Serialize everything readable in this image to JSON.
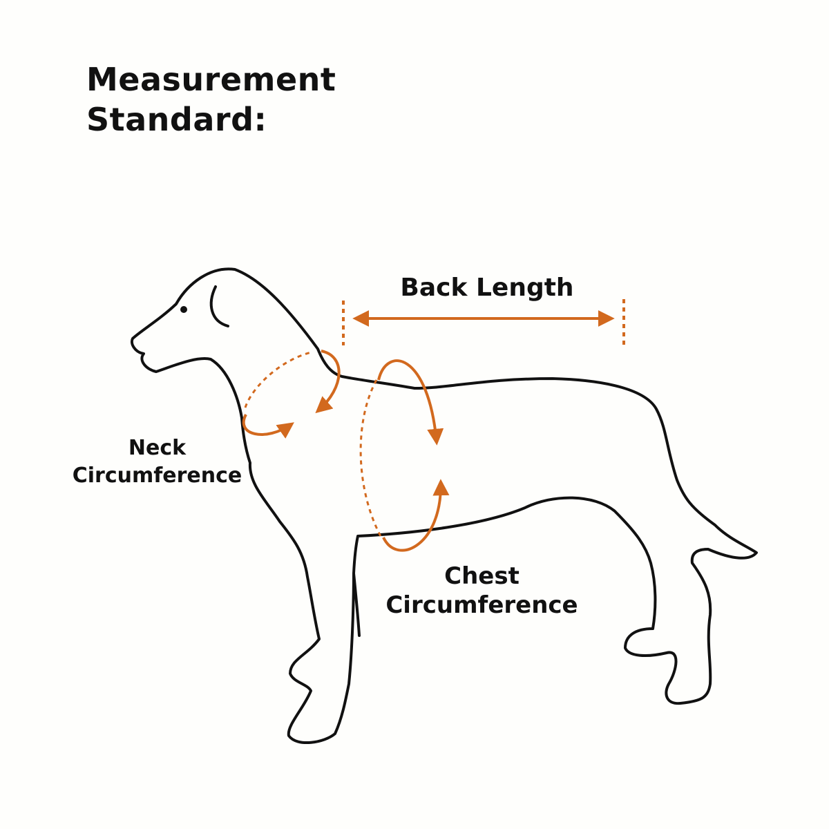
{
  "title": {
    "line1": "Measurement",
    "line2": "Standard:"
  },
  "labels": {
    "back_length": "Back Length",
    "neck_line1": "Neck",
    "neck_line2": "Circumference",
    "chest_line1": "Chest",
    "chest_line2": "Circumference"
  },
  "colors": {
    "background": "#fefefc",
    "outline": "#111111",
    "accent": "#d2691e",
    "text": "#111111"
  }
}
